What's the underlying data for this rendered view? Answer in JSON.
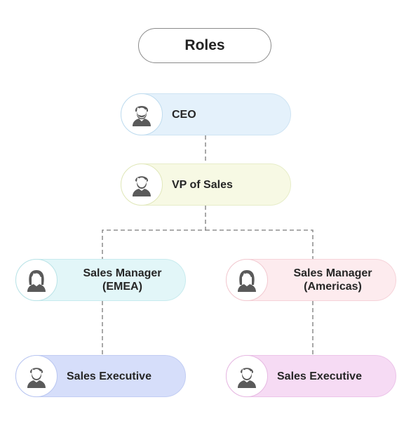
{
  "title": "Roles",
  "nodes": {
    "ceo": {
      "label": "CEO",
      "icon": "man-bearded-icon"
    },
    "vp_sales": {
      "label": "VP of Sales",
      "icon": "man-icon"
    },
    "sales_manager_emea": {
      "label": "Sales Manager\n(EMEA)",
      "icon": "woman-icon"
    },
    "sales_manager_americas": {
      "label": "Sales Manager\n(Americas)",
      "icon": "woman-icon"
    },
    "sales_executive_emea": {
      "label": "Sales Executive",
      "icon": "man-icon"
    },
    "sales_executive_americas": {
      "label": "Sales Executive",
      "icon": "man-icon"
    }
  },
  "colors": {
    "icon": "#5a5a5a",
    "connector": "#7a7a7a"
  }
}
